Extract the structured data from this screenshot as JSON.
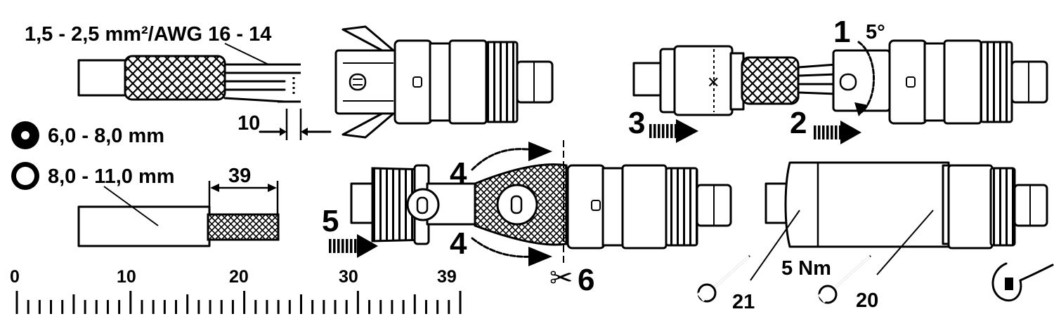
{
  "labels": {
    "wire_cross_section": "1,5 - 2,5 mm²/AWG 16 - 14",
    "strip_length": "10",
    "seal_small": "6,0 - 8,0 mm",
    "seal_large": "8,0 - 11,0 mm",
    "jacket_strip_length": "39",
    "torque": "5 Nm",
    "rotation_angle": "5°"
  },
  "steps": {
    "step1": "1",
    "step2": "2",
    "step3": "3",
    "step4_top": "4",
    "step4_bottom": "4",
    "step5": "5",
    "step6": "6"
  },
  "wrenches": {
    "wrench_a": "21",
    "wrench_b": "20"
  },
  "ruler": {
    "ticks": [
      "0",
      "10",
      "20",
      "30",
      "39"
    ]
  },
  "icons": {
    "scissors": "scissors-icon",
    "wrench": "wrench-icon",
    "seal_ring": "seal-ring-icon",
    "arrow": "hatched-arrow-icon"
  }
}
